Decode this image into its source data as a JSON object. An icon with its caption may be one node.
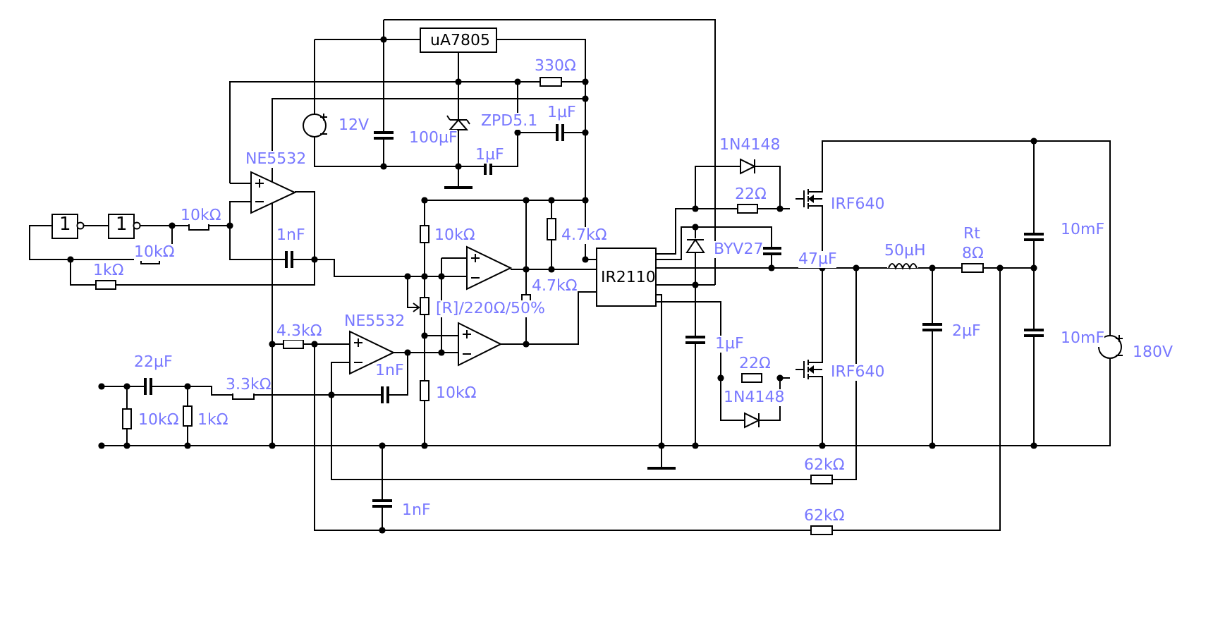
{
  "diagram": {
    "labels": [
      "uA7805",
      "330Ω",
      "12V",
      "ZPD5.1",
      "1µF",
      "100µF",
      "1µF",
      "1N4148",
      "NE5532",
      "22Ω",
      "IRF640",
      "10kΩ",
      "1",
      "1",
      "1nF",
      "10kΩ",
      "4.7kΩ",
      "Rt",
      "10mF",
      "10kΩ",
      "BYV27",
      "50µH",
      "8Ω",
      "47µF",
      "1kΩ",
      "IR2110",
      "4.7kΩ",
      "[R]/220Ω/50%",
      "NE5532",
      "4.3kΩ",
      "2µF",
      "10mF",
      "1µF",
      "180V",
      "22µF",
      "22Ω",
      "1nF",
      "IRF640",
      "3.3kΩ",
      "10kΩ",
      "1N4148",
      "10kΩ",
      "1kΩ",
      "62kΩ",
      "1nF",
      "62kΩ"
    ]
  }
}
